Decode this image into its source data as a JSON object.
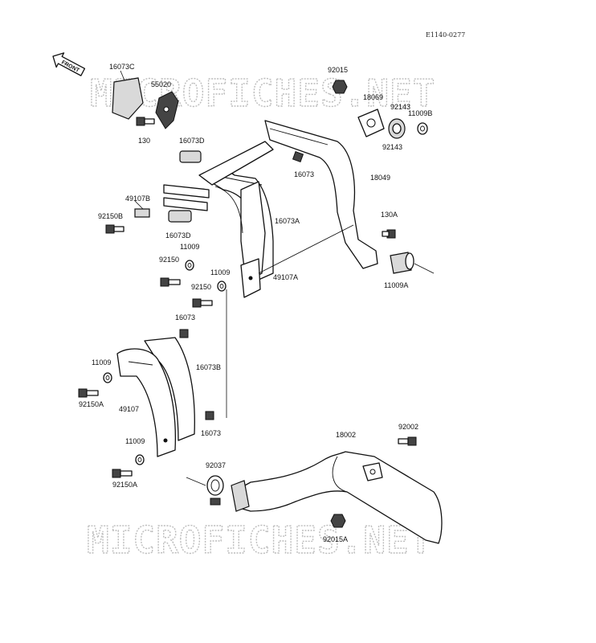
{
  "diagram": {
    "code": "E1140-0277",
    "front_label": "FRONT",
    "watermark": "MICROFICHES.NET"
  },
  "parts": {
    "p16073C": "16073C",
    "p55020": "55020",
    "p130": "130",
    "p16073D_top": "16073D",
    "p49107B": "49107B",
    "p92150B": "92150B",
    "p16073D_bot": "16073D",
    "p11009_a": "11009",
    "p92150_a": "92150",
    "p11009_b": "11009",
    "p92150_b": "92150",
    "p49107A": "49107A",
    "p16073A": "16073A",
    "p16073_a": "16073",
    "p18049": "18049",
    "p92015": "92015",
    "p18069": "18069",
    "p92143_a": "92143",
    "p92143_b": "92143",
    "p11009B": "11009B",
    "p130A": "130A",
    "p11009A": "11009A",
    "p16073_b": "16073",
    "p11009_c": "11009",
    "p16073B": "16073B",
    "p92150A_a": "92150A",
    "p49107": "49107",
    "p16073_c": "16073",
    "p11009_d": "11009",
    "p92150A_b": "92150A",
    "p92037": "92037",
    "p18002": "18002",
    "p92002": "92002",
    "p92015A": "92015A"
  }
}
